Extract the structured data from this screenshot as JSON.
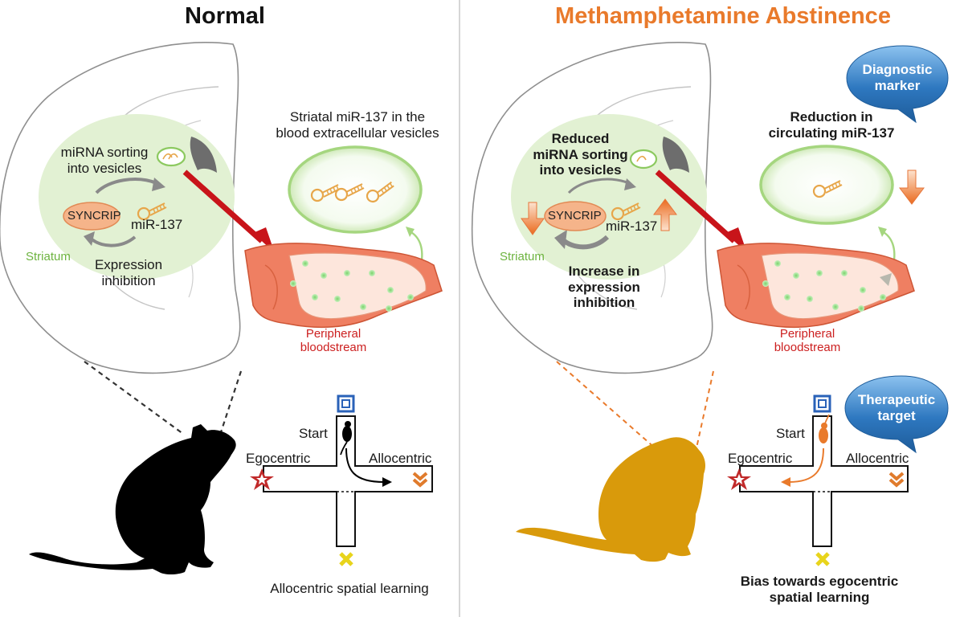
{
  "normal": {
    "title": "Normal",
    "sorting": "miRNA sorting\ninto vesicles",
    "syncrip": "SYNCRIP",
    "mir": "miR-137",
    "striatum": "Striatum",
    "inhibition": "Expression\ninhibition",
    "vesicle_caption": "Striatal miR-137 in the\nblood extracellular vesicles",
    "bloodstream": "Peripheral\nbloodstream",
    "maze": {
      "start": "Start",
      "ego": "Egocentric",
      "allo": "Allocentric"
    },
    "result": "Allocentric spatial learning"
  },
  "meth": {
    "title": "Methamphetamine Abstinence",
    "sorting": "Reduced\nmiRNA sorting\ninto vesicles",
    "syncrip": "SYNCRIP",
    "mir": "miR-137",
    "striatum": "Striatum",
    "inhibition": "Increase in\nexpression\ninhibition",
    "vesicle_caption": "Reduction in\ncirculating miR-137",
    "bloodstream": "Peripheral\nbloodstream",
    "diagnostic": "Diagnostic\nmarker",
    "therapeutic": "Therapeutic\ntarget",
    "maze": {
      "start": "Start",
      "ego": "Egocentric",
      "allo": "Allocentric"
    },
    "result": "Bias towards egocentric\nspatial learning"
  },
  "colors": {
    "title_accent": "#e97a2b",
    "striatum_green": "#6db33f",
    "blood_red": "#cc1f1f",
    "vessel": "#ef7f62",
    "rat_normal": "#000000",
    "rat_meth": "#d99a0b",
    "bubble": "#2e78c0"
  }
}
